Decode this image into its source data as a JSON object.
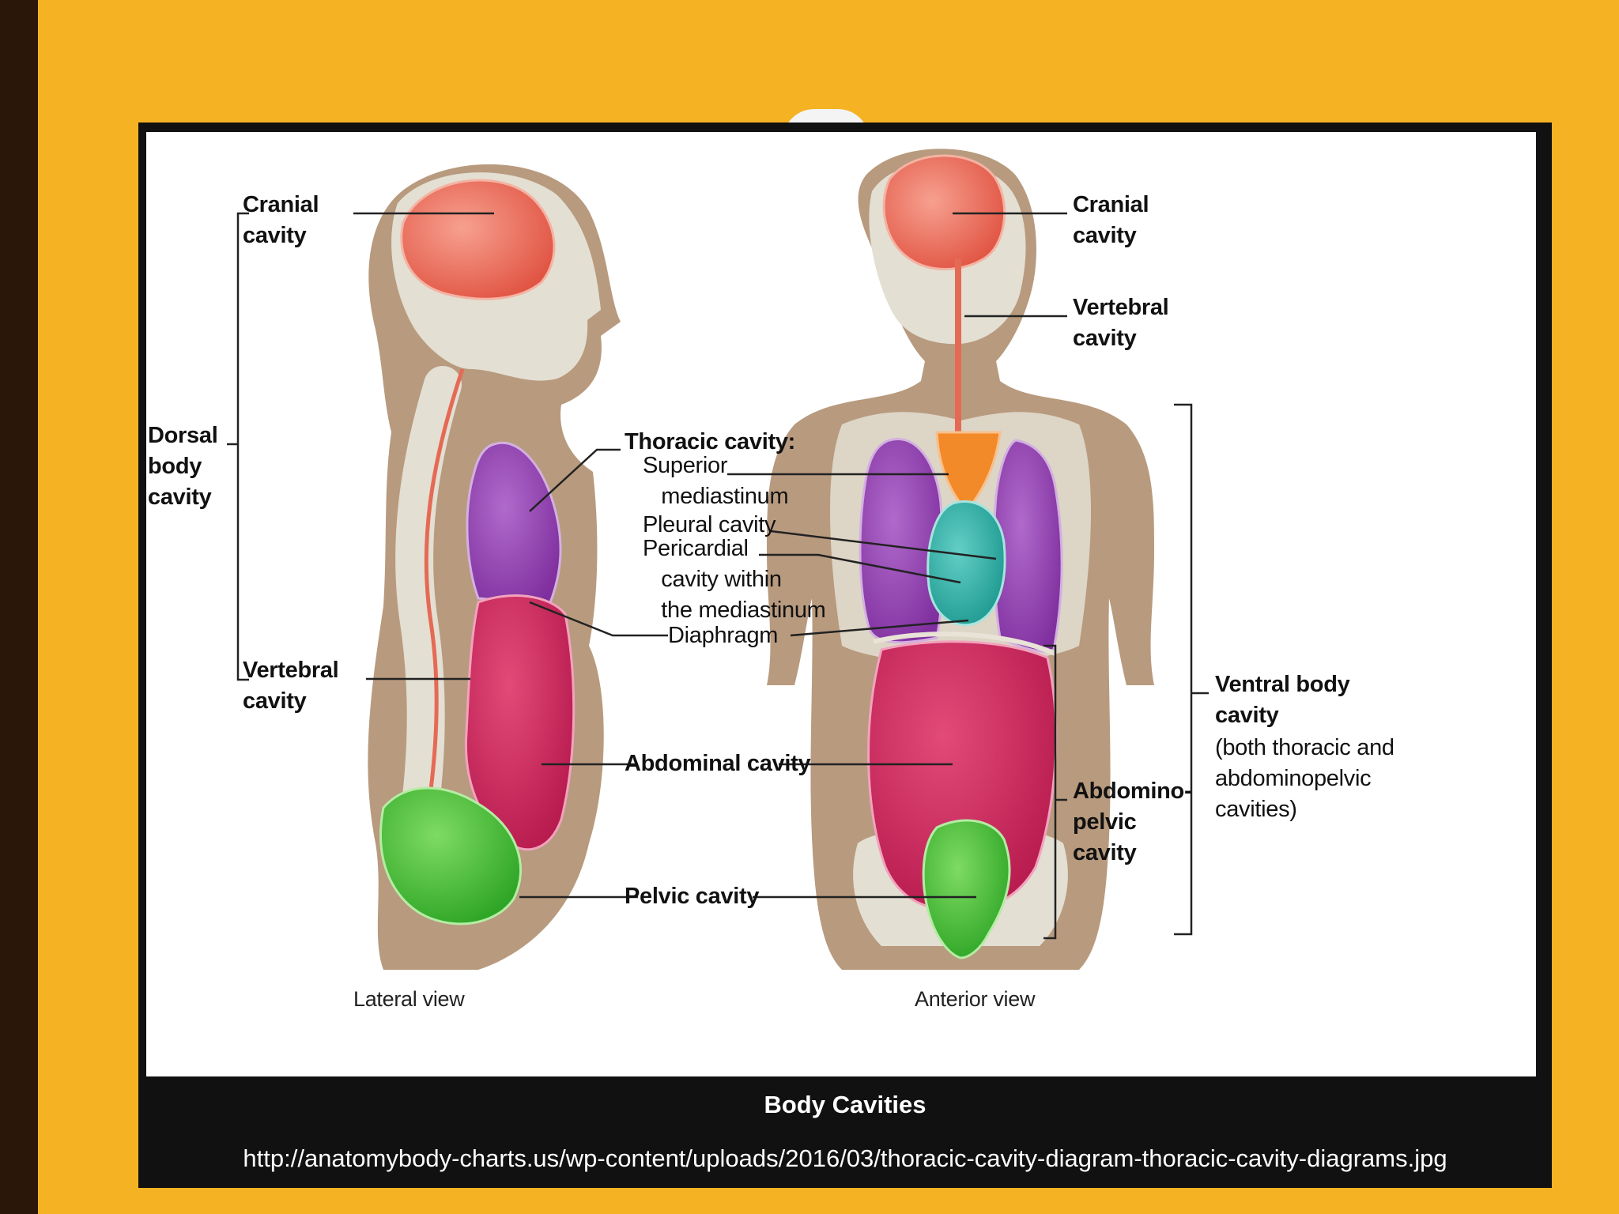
{
  "colors": {
    "background": "#F5B323",
    "left_bar": "#2A170A",
    "frame": "#111111",
    "skin": "#B89A7E",
    "bone": "#E3DFD2",
    "cranial": "#EF6F5F",
    "thoracic": "#9A46B6",
    "mediastinum": "#F28A2A",
    "pericardial": "#2FB3AA",
    "abdominal": "#D02B5E",
    "pelvic": "#4FC43B"
  },
  "figure": {
    "lateral": {
      "cranial": "Cranial\ncavity",
      "dorsal": "Dorsal\nbody\ncavity",
      "vertebral": "Vertebral\ncavity",
      "view": "Lateral view"
    },
    "center": {
      "thoracic_title": "Thoracic cavity:",
      "superior": "Superior\n   mediastinum",
      "pleural": "Pleural cavity",
      "pericardial": "Pericardial\n   cavity within\n   the mediastinum",
      "diaphragm": "Diaphragm",
      "abdominal": "Abdominal cavity",
      "pelvic": "Pelvic cavity"
    },
    "anterior": {
      "cranial": "Cranial\ncavity",
      "vertebral": "Vertebral\ncavity",
      "abdominopelvic": "Abdomino-\npelvic\ncavity",
      "ventral_title": "Ventral body\ncavity",
      "ventral_note": "(both thoracic and\nabdominopelvic\ncavities)",
      "view": "Anterior view"
    }
  },
  "caption": {
    "title": "Body Cavities",
    "source": "http://anatomybody-charts.us/wp-content/uploads/2016/03/thoracic-cavity-diagram-thoracic-cavity-diagrams.jpg"
  }
}
